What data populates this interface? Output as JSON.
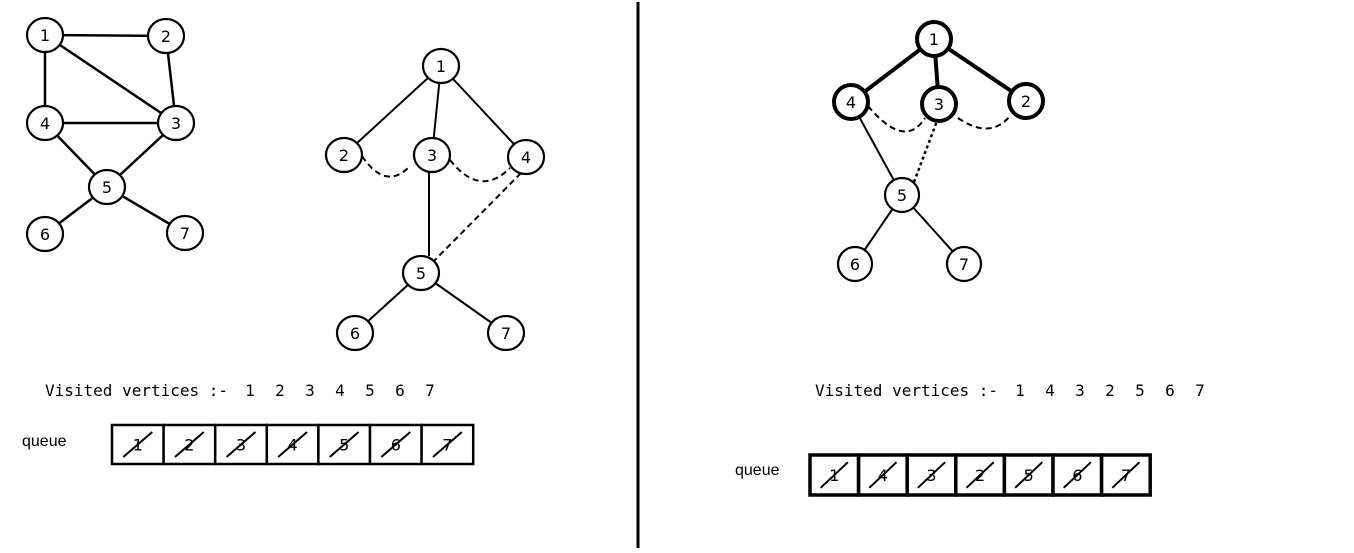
{
  "diagram_left": {
    "graph_nodes": [
      "1",
      "2",
      "3",
      "4",
      "5",
      "6",
      "7"
    ],
    "tree_nodes": [
      "1",
      "2",
      "3",
      "4",
      "5",
      "6",
      "7"
    ],
    "visited_label": "Visited vertices :-",
    "visited_order": [
      "1",
      "2",
      "3",
      "4",
      "5",
      "6",
      "7"
    ],
    "queue_label": "queue",
    "queue_cells": [
      "1",
      "2",
      "3",
      "4",
      "5",
      "6",
      "7"
    ]
  },
  "diagram_right": {
    "tree_nodes": [
      "1",
      "4",
      "3",
      "2",
      "5",
      "6",
      "7"
    ],
    "visited_label": "Visited vertices :-",
    "visited_order": [
      "1",
      "4",
      "3",
      "2",
      "5",
      "6",
      "7"
    ],
    "queue_label": "queue",
    "queue_cells": [
      "1",
      "4",
      "3",
      "2",
      "5",
      "6",
      "7"
    ]
  },
  "colors": {
    "stroke": "#000000",
    "background": "#ffffff"
  }
}
